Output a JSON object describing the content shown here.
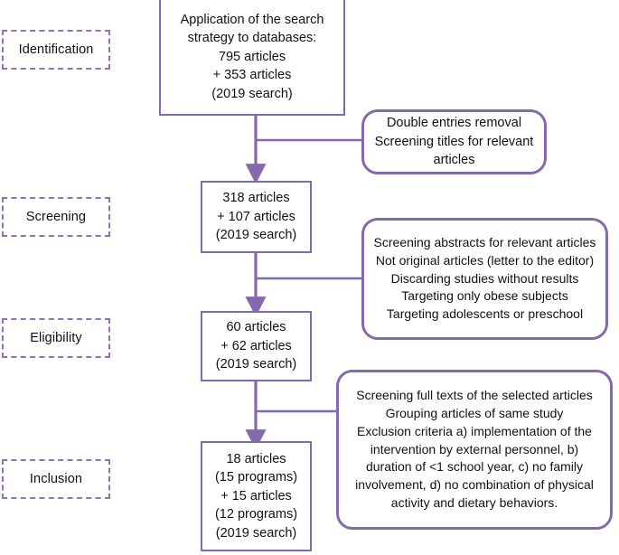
{
  "diagram": {
    "title": "PRISMA study selection flow diagram",
    "accent_color": "#8569AD",
    "label_border_color": "#9470B4",
    "text_color": "#111111",
    "background": "#ffffff"
  },
  "stages": [
    {
      "id": "identification",
      "label": "Identification"
    },
    {
      "id": "screening",
      "label": "Screening"
    },
    {
      "id": "eligibility",
      "label": "Eligibility"
    },
    {
      "id": "inclusion",
      "label": "Inclusion"
    }
  ],
  "flow_boxes": [
    {
      "id": "records-identified",
      "lines": [
        "Application of the search",
        "strategy to databases:",
        "795 articles",
        "+ 353 articles",
        "(2019 search)"
      ]
    },
    {
      "id": "records-screened",
      "lines": [
        "318 articles",
        "+ 107 articles",
        "(2019 search)"
      ]
    },
    {
      "id": "full-text-assessed",
      "lines": [
        "60 articles",
        "+ 62 articles",
        "(2019 search)"
      ]
    },
    {
      "id": "studies-included",
      "lines": [
        "18 articles",
        "(15 programs)",
        "+ 15 articles",
        "(12 programs)",
        "(2019 search)"
      ]
    }
  ],
  "side_boxes": [
    {
      "id": "duplicates-and-titles",
      "lines": [
        "Double entries removal",
        "Screening titles for relevant",
        "articles"
      ]
    },
    {
      "id": "abstract-exclusions",
      "lines": [
        "Screening abstracts for relevant articles",
        "Not original articles (letter to the editor)",
        "Discarding studies without results",
        "Targeting only obese subjects",
        "Targeting adolescents or preschool"
      ]
    },
    {
      "id": "full-text-exclusions",
      "lines": [
        "Screening full texts of the selected articles",
        "Grouping articles of same study",
        "Exclusion criteria a) implementation of the",
        "intervention by external personnel, b)",
        "duration of <1 school year, c) no family",
        "involvement, d) no combination of physical",
        "activity and dietary behaviors."
      ]
    }
  ]
}
